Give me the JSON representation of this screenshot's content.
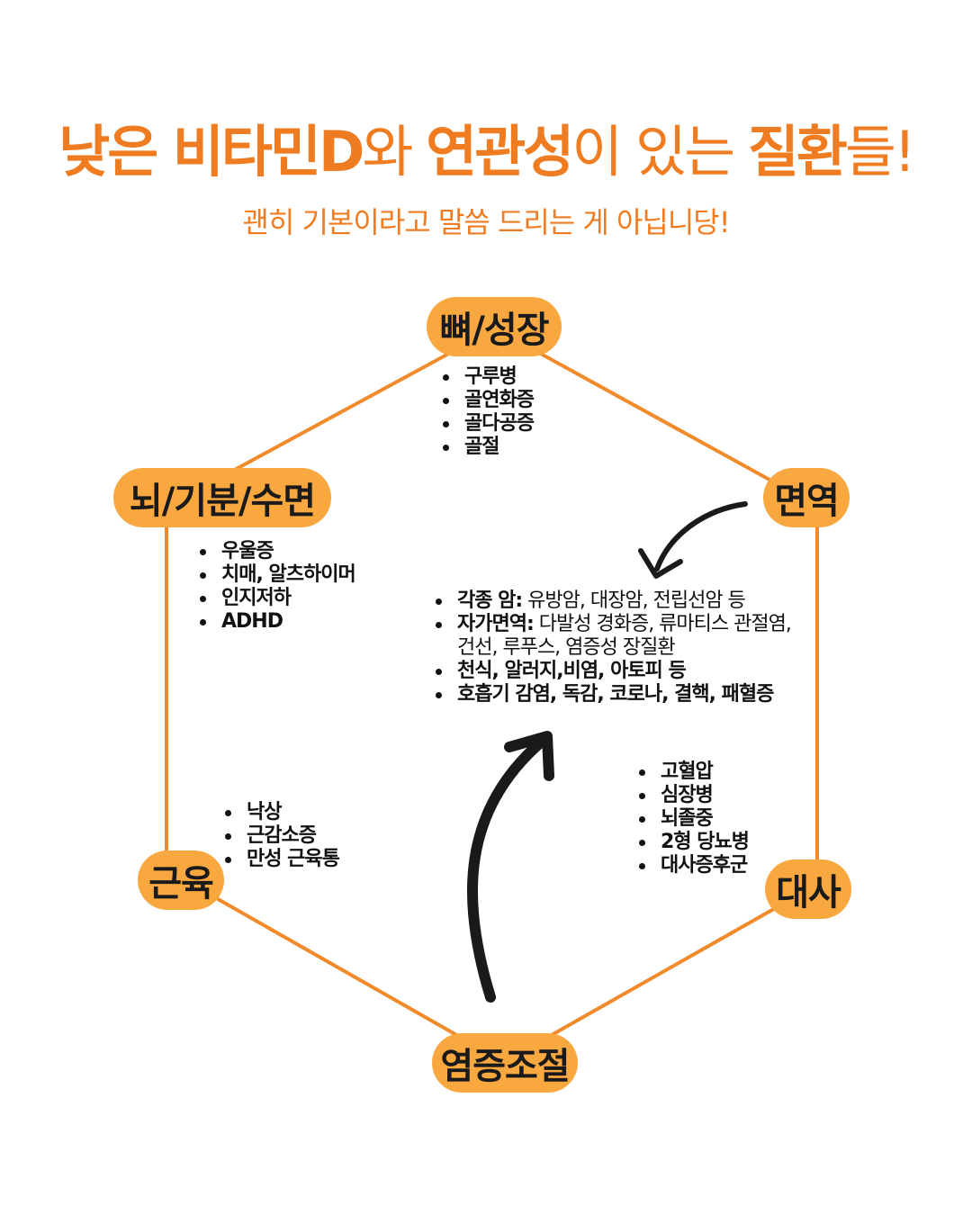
{
  "title": {
    "part1": "낮은 비타민D",
    "part2": "와 ",
    "part3": "연관성",
    "part4": "이 있는 ",
    "part5": "질환",
    "part6": "들!"
  },
  "subtitle": "괜히 기본이라고 말씀 드리는 게 아닙니당!",
  "nodes": {
    "bone": "뼈/성장",
    "brain": "뇌/기분/수면",
    "immune": "면역",
    "muscle": "근육",
    "metabolism": "대사",
    "inflammation": "염증조절"
  },
  "lists": {
    "bone": [
      "구루병",
      "골연화증",
      "골다공증",
      "골절"
    ],
    "brain": [
      "우울증",
      "치매, 알츠하이머",
      "인지저하",
      "ADHD"
    ],
    "immune": [
      {
        "label": "각종 암:",
        "detail": " 유방암, 대장암, 전립선암 등"
      },
      {
        "label": "자가면역:",
        "detail": " 다발성 경화증, 류마티스 관절염, 건선, 루푸스, 염증성 장질환"
      },
      {
        "label": "천식, 알러지,비염, 아토피 등",
        "detail": ""
      },
      {
        "label": "호흡기 감염, 독감, 코로나, 결핵, 패혈증",
        "detail": ""
      }
    ],
    "muscle": [
      "낙상",
      "근감소증",
      "만성 근육통"
    ],
    "metabolism": [
      "고혈압",
      "심장병",
      "뇌졸중",
      "2형 당뇨병",
      "대사증후군"
    ]
  },
  "colors": {
    "accent": "#f07c22",
    "node_fill": "#f9a73f",
    "line": "#f08a2a",
    "arrow": "#1a1a1a"
  }
}
